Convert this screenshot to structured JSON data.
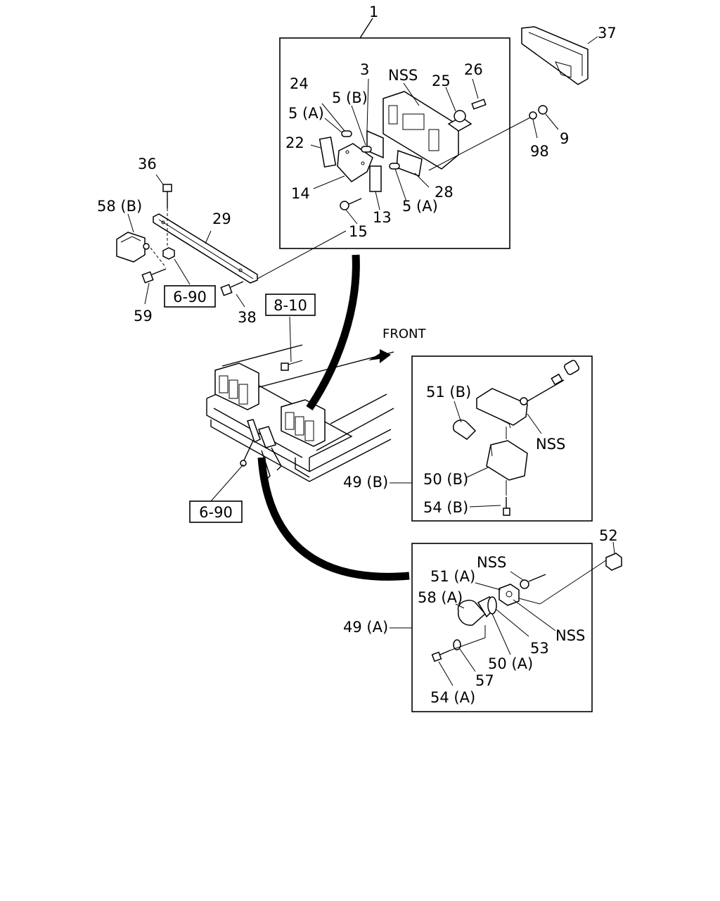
{
  "labels": {
    "l1": "1",
    "l3": "3",
    "nss_top": "NSS",
    "l24": "24",
    "l5b": "5 (B)",
    "l25": "25",
    "l26": "26",
    "l37": "37",
    "l5a_top": "5 (A)",
    "l22": "22",
    "l9": "9",
    "l98": "98",
    "l14": "14",
    "l28": "28",
    "l5a_bot": "5 (A)",
    "l13": "13",
    "l15": "15",
    "l36": "36",
    "l58b": "58 (B)",
    "l29": "29",
    "l59": "59",
    "l38": "38",
    "front": "FRONT",
    "l51b": "51 (B)",
    "nss_b": "NSS",
    "l50b": "50 (B)",
    "l49b": "49 (B)",
    "l54b": "54 (B)",
    "l52": "52",
    "nss_a1": "NSS",
    "l51a": "51 (A)",
    "l58a": "58 (A)",
    "nss_a2": "NSS",
    "l53": "53",
    "l49a": "49 (A)",
    "l50a": "50 (A)",
    "l57": "57",
    "l54a": "54 (A)"
  },
  "refs": {
    "r690_top": "6-90",
    "r810": "8-10",
    "r690_bot": "6-90"
  }
}
